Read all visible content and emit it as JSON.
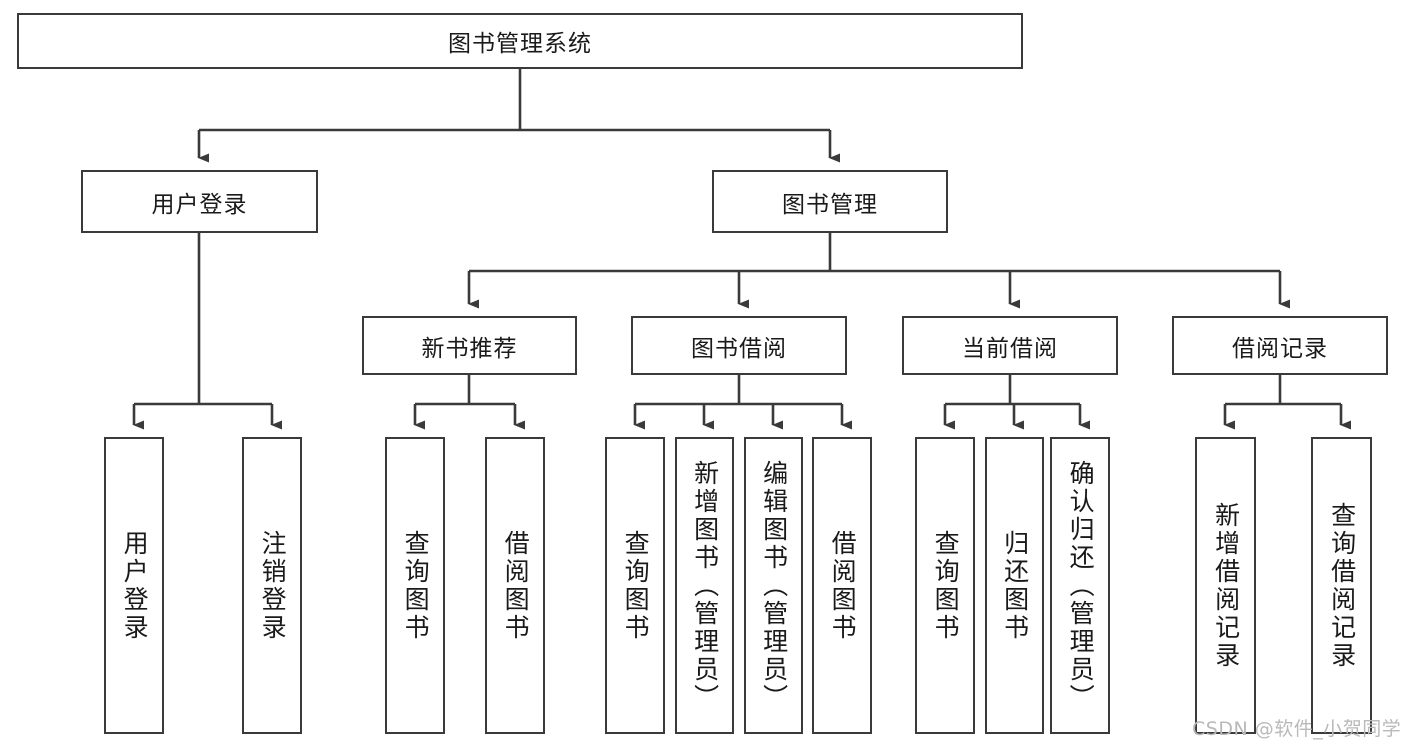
{
  "diagram": {
    "type": "tree-hierarchy-chart",
    "title": "图书管理系统",
    "line_color": "#3a3a3a",
    "box_fill": "#ffffff",
    "text_color": "#1a1a1a",
    "watermark": "CSDN @软件_小贺同学"
  },
  "nodes": {
    "root": {
      "label": "图书管理系统"
    },
    "level2": [
      {
        "id": "user-login",
        "label": "用户登录"
      },
      {
        "id": "book-manage",
        "label": "图书管理"
      }
    ],
    "level3": [
      {
        "id": "new-book-rec",
        "label": "新书推荐"
      },
      {
        "id": "book-borrow",
        "label": "图书借阅"
      },
      {
        "id": "current-borrow",
        "label": "当前借阅"
      },
      {
        "id": "borrow-record",
        "label": "借阅记录"
      }
    ],
    "leaves": {
      "user_login": [
        {
          "id": "leaf-user-login",
          "label": "用户登录"
        },
        {
          "id": "leaf-logout",
          "label": "注销登录"
        }
      ],
      "new_book_rec": [
        {
          "id": "leaf-query-book-1",
          "label": "查询图书"
        },
        {
          "id": "leaf-borrow-book-1",
          "label": "借阅图书"
        }
      ],
      "book_borrow": [
        {
          "id": "leaf-query-book-2",
          "label": "查询图书"
        },
        {
          "id": "leaf-add-book",
          "label": "新增图书（管理员）"
        },
        {
          "id": "leaf-edit-book",
          "label": "编辑图书（管理员）"
        },
        {
          "id": "leaf-borrow-book-2",
          "label": "借阅图书"
        }
      ],
      "current_borrow": [
        {
          "id": "leaf-query-book-3",
          "label": "查询图书"
        },
        {
          "id": "leaf-return-book",
          "label": "归还图书"
        },
        {
          "id": "leaf-confirm-return",
          "label": "确认归还（管理员）"
        }
      ],
      "borrow_record": [
        {
          "id": "leaf-add-record",
          "label": "新增借阅记录"
        },
        {
          "id": "leaf-query-record",
          "label": "查询借阅记录"
        }
      ]
    }
  }
}
